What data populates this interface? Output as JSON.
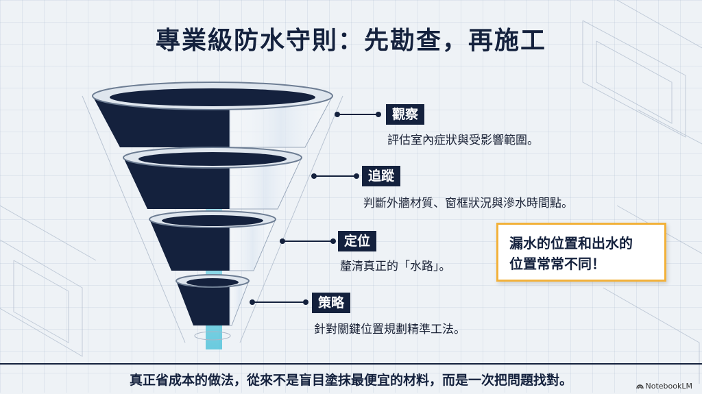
{
  "title": "專業級防水守則：先勘查，再施工",
  "steps": [
    {
      "label": "觀察",
      "desc": "評估室內症狀與受影響範圍。"
    },
    {
      "label": "追蹤",
      "desc": "判斷外牆材質、窗框狀況與滲水時間點。"
    },
    {
      "label": "定位",
      "desc": "釐清真正的「水路」。"
    },
    {
      "label": "策略",
      "desc": "針對關鍵位置規劃精準工法。"
    }
  ],
  "callout": {
    "line1": "漏水的位置和出水的",
    "line2": "位置常常不同！"
  },
  "footer": "真正省成本的做法，從來不是盲目塗抹最便宜的材料，而是一次把問題找對。",
  "brand": "NotebookLM",
  "icons": {
    "brand": "notebooklm-logo-icon"
  },
  "colors": {
    "navy": "#14213d",
    "accent": "#f2b13a",
    "water": "#6fd0e0"
  }
}
